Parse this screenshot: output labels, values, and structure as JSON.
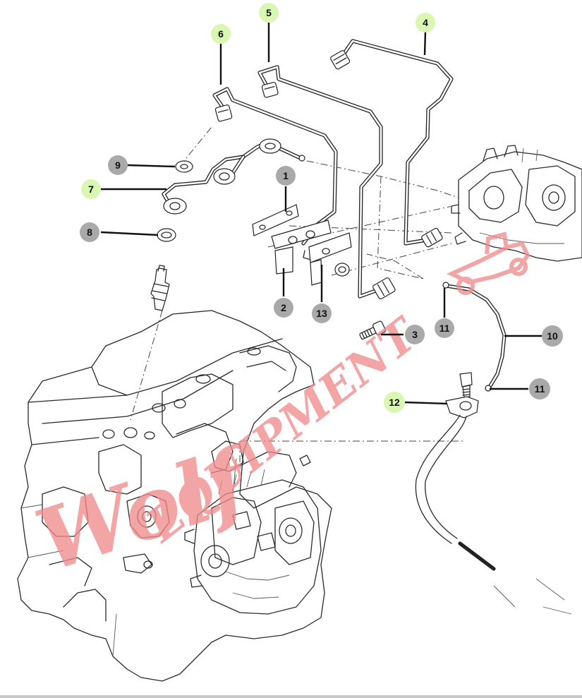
{
  "diagram": {
    "colors": {
      "callout_highlight": "#d9f7b0",
      "callout_gray": "#a9a9a9",
      "watermark": "#f08a8a"
    },
    "callouts": [
      {
        "id": "c1",
        "label": "1",
        "style": "gray"
      },
      {
        "id": "c2",
        "label": "2",
        "style": "gray"
      },
      {
        "id": "c3",
        "label": "3",
        "style": "gray"
      },
      {
        "id": "c4",
        "label": "4",
        "style": "highlight"
      },
      {
        "id": "c5",
        "label": "5",
        "style": "highlight"
      },
      {
        "id": "c6",
        "label": "6",
        "style": "highlight"
      },
      {
        "id": "c7",
        "label": "7",
        "style": "highlight"
      },
      {
        "id": "c8",
        "label": "8",
        "style": "gray"
      },
      {
        "id": "c9",
        "label": "9",
        "style": "gray"
      },
      {
        "id": "c10",
        "label": "10",
        "style": "gray"
      },
      {
        "id": "c11a",
        "label": "11",
        "style": "gray"
      },
      {
        "id": "c11b",
        "label": "11",
        "style": "gray"
      },
      {
        "id": "c12",
        "label": "12",
        "style": "highlight"
      },
      {
        "id": "c13",
        "label": "13",
        "style": "gray"
      }
    ],
    "watermark": {
      "text": "EQUIPMENT",
      "script_letters": "Wolf"
    }
  }
}
